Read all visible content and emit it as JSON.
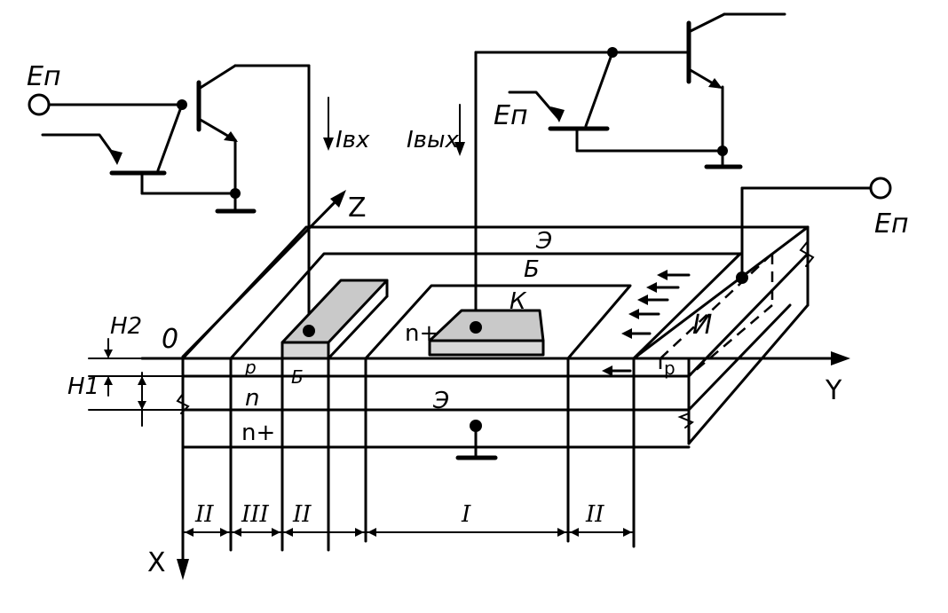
{
  "labels": {
    "supply_left": "Еп",
    "supply_mid": "Еп",
    "supply_right": "Еп",
    "current_in": "Iвх",
    "current_out": "Iвых",
    "axis_z": "Z",
    "axis_y": "Y",
    "axis_x": "X",
    "origin": "0",
    "h1": "H1",
    "h2": "H2",
    "layer_p": "p",
    "layer_n": "n",
    "layer_n_plus": "n+",
    "layer_b_front": "Б",
    "layer_e_front": "Э",
    "top_e": "Э",
    "top_b": "Б",
    "top_k": "К",
    "top_n_plus": "n+",
    "injector": "И",
    "injector_p": "p"
  },
  "regions": [
    "II",
    "III",
    "II",
    "I",
    "II"
  ]
}
